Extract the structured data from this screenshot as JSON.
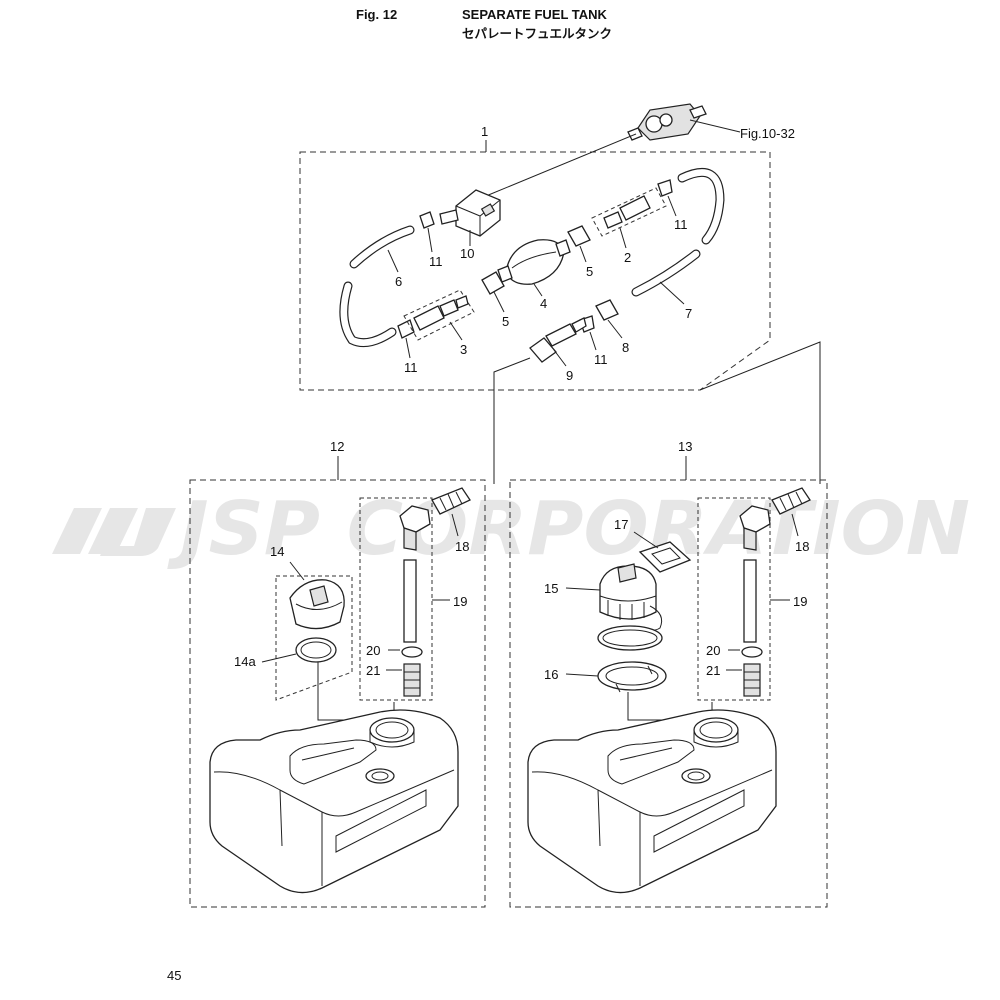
{
  "header": {
    "figure_label": "Fig. 12",
    "title_en": "SEPARATE FUEL TANK",
    "title_jp": "セパレートフュエルタンク"
  },
  "watermark": "JSP CORPORATION",
  "page_number": "45",
  "reference_label": "Fig.10-32",
  "callouts": {
    "c1": "1",
    "c2": "2",
    "c3": "3",
    "c4": "4",
    "c5a": "5",
    "c5b": "5",
    "c6": "6",
    "c7": "7",
    "c8": "8",
    "c9": "9",
    "c10": "10",
    "c11a": "11",
    "c11b": "11",
    "c11c": "11",
    "c11d": "11",
    "c12": "12",
    "c13": "13",
    "c14": "14",
    "c14a": "14a",
    "c15": "15",
    "c16": "16",
    "c17": "17",
    "c18a": "18",
    "c18b": "18",
    "c19a": "19",
    "c19b": "19",
    "c20a": "20",
    "c20b": "20",
    "c21a": "21",
    "c21b": "21"
  },
  "colors": {
    "ink": "#111111",
    "watermark": "#e6e6e6",
    "part_fill": "#ffffff",
    "shade": "#e2e2e2"
  }
}
